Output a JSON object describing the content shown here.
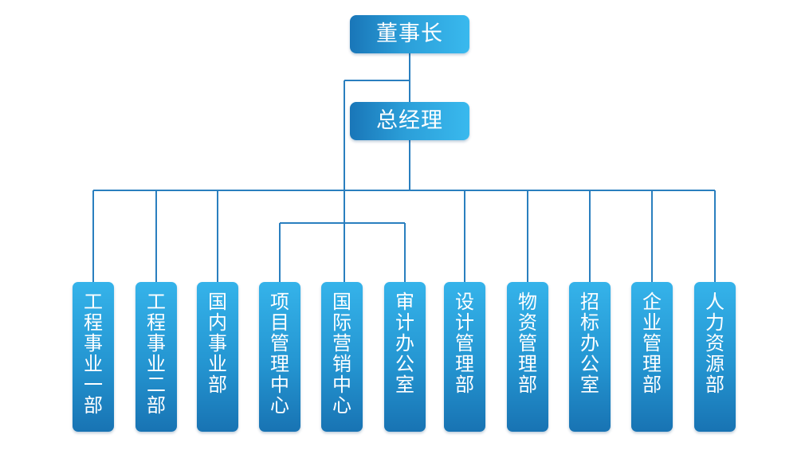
{
  "chairman": "董事长",
  "general_manager": "总经理",
  "departments": [
    "工程事业一部",
    "工程事业二部",
    "国内事业部",
    "项目管理中心",
    "国际营销中心",
    "审计办公室",
    "设计管理部",
    "物资管理部",
    "招标办公室",
    "企业管理部",
    "人力资源部"
  ],
  "colors": {
    "box_dark": "#1976b8",
    "box_light": "#39b9ee",
    "line": "#2a7fbf",
    "text": "#ffffff"
  }
}
